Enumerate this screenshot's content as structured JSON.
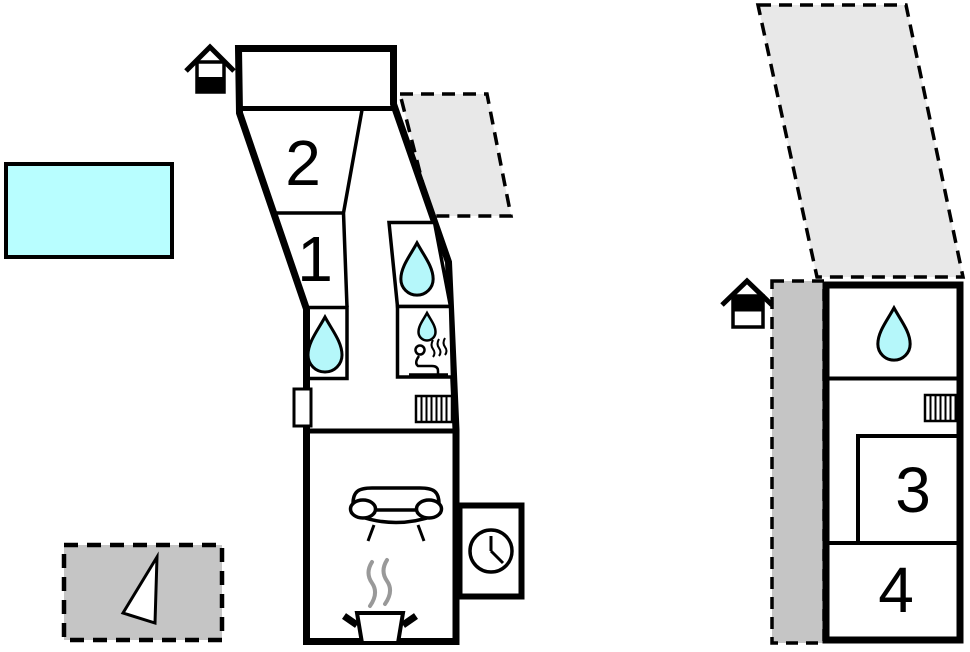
{
  "floorplan": {
    "rooms": {
      "r1": "1",
      "r2": "2",
      "r3": "3",
      "r4": "4"
    },
    "icons": {
      "entrance_main": "house-entrance-icon",
      "entrance_annexe": "house-entrance-icon",
      "bathroom": "water-drop-icon",
      "sauna": "sauna-person-icon",
      "radiator": "radiator-icon",
      "sofa": "sofa-icon",
      "stove": "steaming-pot-icon",
      "clock": "clock-icon",
      "north_marker": "triangle-marker-icon"
    },
    "colors": {
      "water": "#b5f7fa",
      "pool": "#b8feff",
      "terrace_light": "#e8e8e8",
      "terrace_dark": "#c5c5c5",
      "outline": "#000000",
      "steam": "#999999"
    }
  }
}
